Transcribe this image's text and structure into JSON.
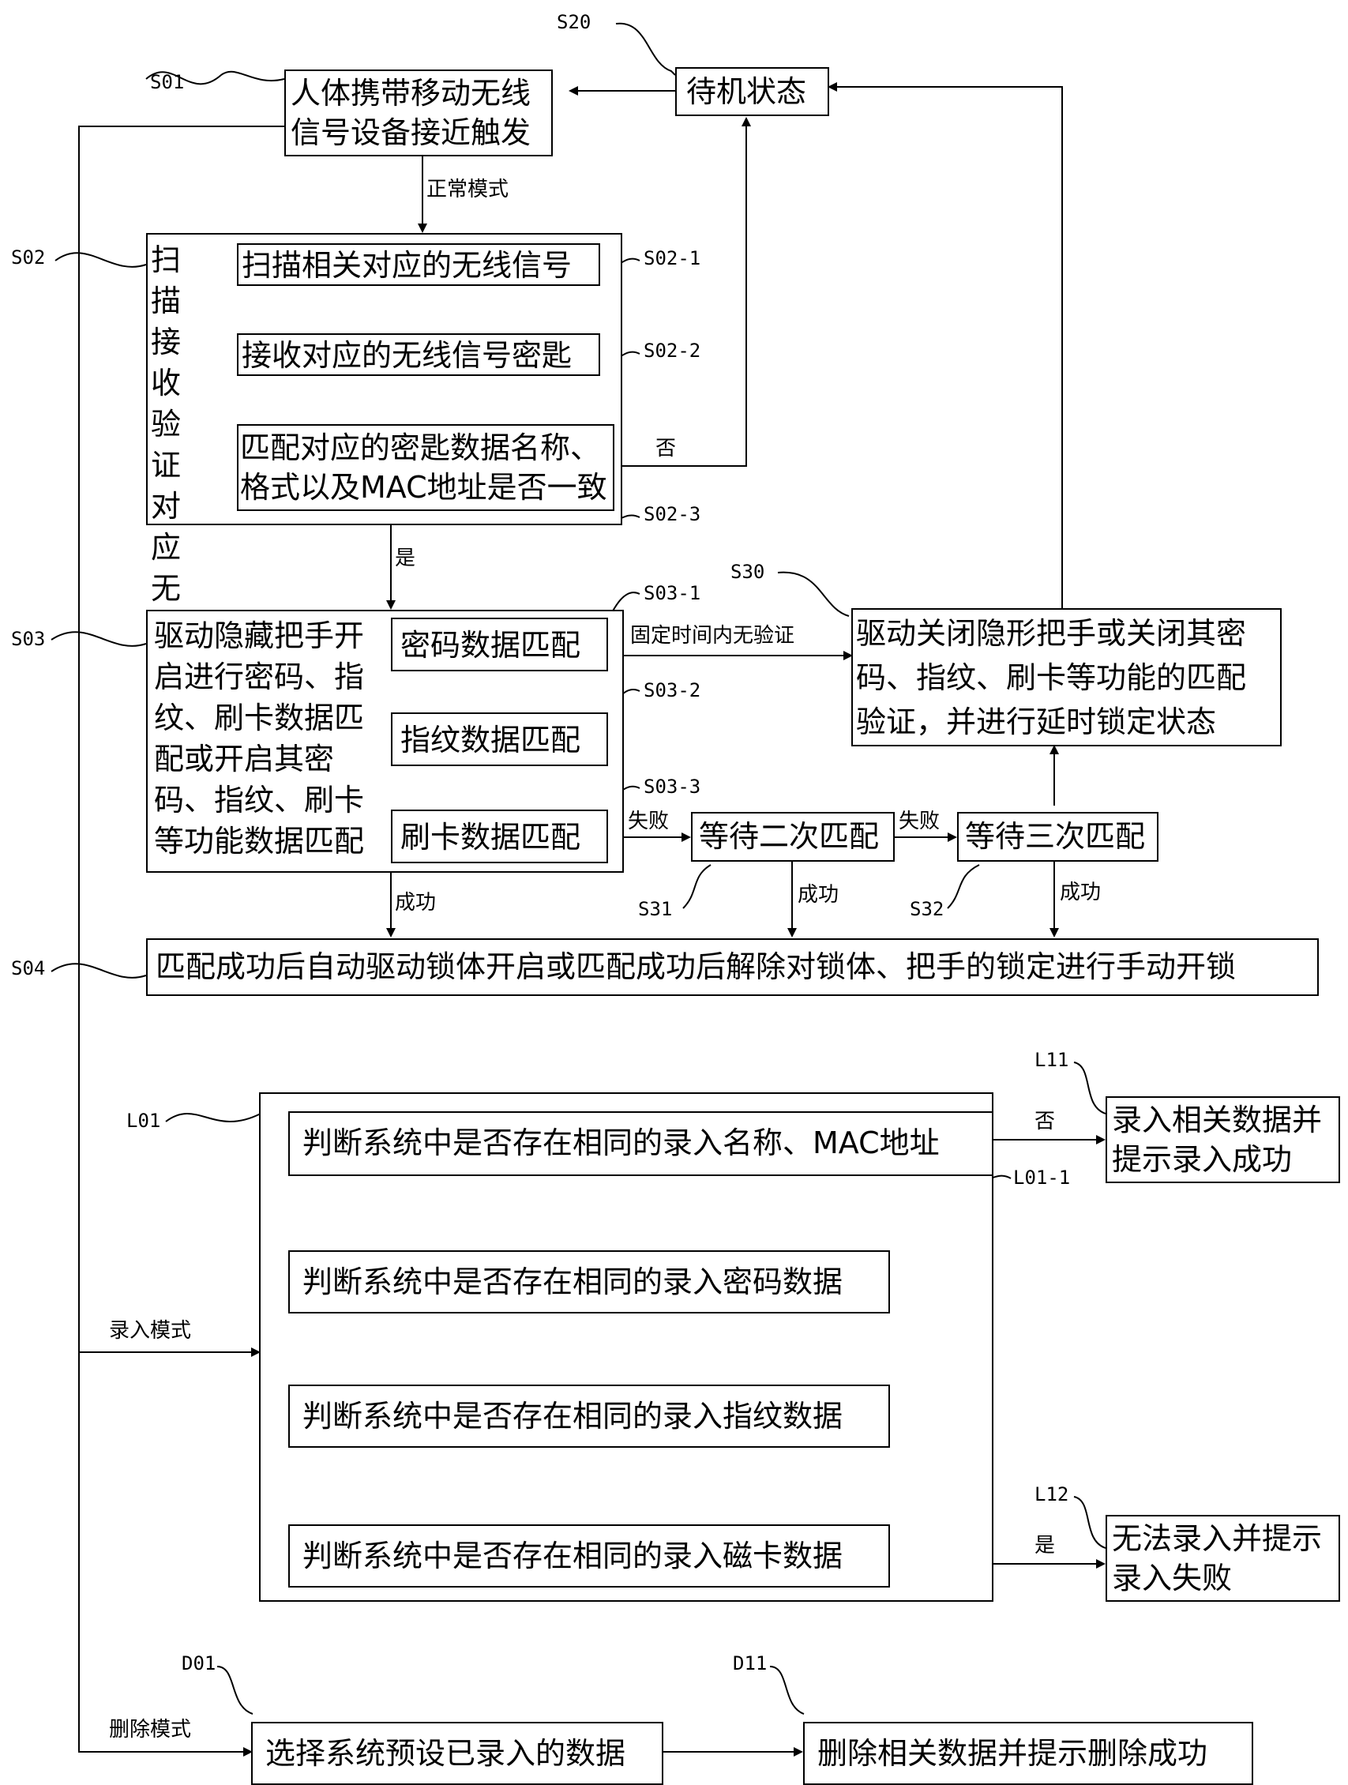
{
  "steps": {
    "s20": {
      "id": "S20",
      "text": "待机状态"
    },
    "s01": {
      "id": "S01",
      "line1": "人体携带移动无线",
      "line2": "信号设备接近触发"
    },
    "normal_mode": "正常模式",
    "s02": {
      "id": "S02",
      "side": "扫描接收验证对应无线信号密匙",
      "sub1": {
        "id": "S02-1",
        "text": "扫描相关对应的无线信号"
      },
      "sub2": {
        "id": "S02-2",
        "text": "接收对应的无线信号密匙"
      },
      "sub3": {
        "id": "S02-3",
        "line1": "匹配对应的密匙数据名称、",
        "line2": "格式以及MAC地址是否一致"
      }
    },
    "no": "否",
    "yes": "是",
    "s03": {
      "id": "S03",
      "lines": [
        "驱动隐藏把手开",
        "启进行密码、指",
        "纹、刷卡数据匹",
        "配或开启其密",
        "码、指纹、刷卡",
        "等功能数据匹配"
      ],
      "sub1": {
        "id": "S03-1",
        "text": "密码数据匹配"
      },
      "sub2": {
        "id": "S03-2",
        "text": "指纹数据匹配"
      },
      "sub3": {
        "id": "S03-3",
        "text": "刷卡数据匹配"
      }
    },
    "fixed_time": "固定时间内无验证",
    "s30": {
      "id": "S30",
      "lines": [
        "驱动关闭隐形把手或关闭其密",
        "码、指纹、刷卡等功能的匹配",
        "验证，并进行延时锁定状态"
      ]
    },
    "fail1": "失败",
    "fail2": "失败",
    "s31": {
      "id": "S31",
      "text": "等待二次匹配"
    },
    "s32": {
      "id": "S32",
      "text": "等待三次匹配"
    },
    "success1": "成功",
    "success2": "成功",
    "success3": "成功",
    "s04": {
      "id": "S04",
      "text": "匹配成功后自动驱动锁体开启或匹配成功后解除对锁体、把手的锁定进行手动开锁"
    }
  },
  "entry": {
    "mode": "录入模式",
    "l01": {
      "id": "L01",
      "sub1": {
        "id": "L01-1",
        "text": "判断系统中是否存在相同的录入名称、MAC地址"
      },
      "sub2": {
        "id": "L01-2",
        "text": "判断系统中是否存在相同的录入密码数据"
      },
      "sub3": {
        "id": "L01-3",
        "text": "判断系统中是否存在相同的录入指纹数据"
      },
      "sub4": {
        "id": "L01-4",
        "text": "判断系统中是否存在相同的录入磁卡数据"
      }
    },
    "no": "否",
    "yes": "是",
    "l11": {
      "id": "L11",
      "line1": "录入相关数据并",
      "line2": "提示录入成功"
    },
    "l12": {
      "id": "L12",
      "line1": "无法录入并提示",
      "line2": "录入失败"
    }
  },
  "delete": {
    "mode": "删除模式",
    "d01": {
      "id": "D01",
      "text": "选择系统预设已录入的数据"
    },
    "d11": {
      "id": "D11",
      "text": "删除相关数据并提示删除成功"
    }
  }
}
